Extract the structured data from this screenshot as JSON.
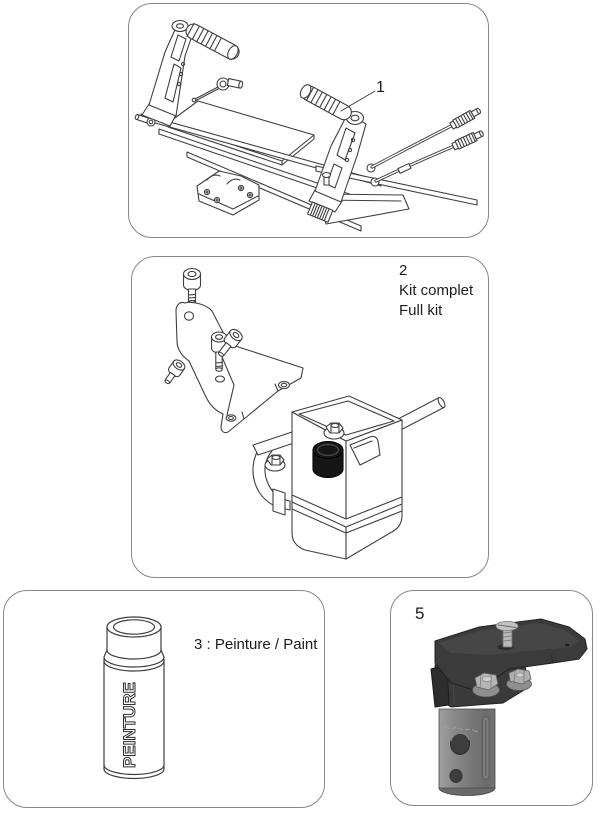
{
  "colors": {
    "background": "#ffffff",
    "panel_border": "#878787",
    "line_art": "#3f3f3f",
    "label_text": "#1c1c1c",
    "cap_black": "#161616",
    "dark_plate": "#3a3a3a",
    "cylinder_gray": "#7d7d7d",
    "bolt_light_gray": "#b4b4b4"
  },
  "panels": {
    "assembly": {
      "part_number": "1"
    },
    "kit": {
      "part_number": "2",
      "title_fr": "Kit complet",
      "title_en": "Full kit"
    },
    "paint": {
      "label": "3 : Peinture / Paint",
      "can_text": "PEINTURE"
    },
    "helm": {
      "part_number": "5"
    }
  }
}
